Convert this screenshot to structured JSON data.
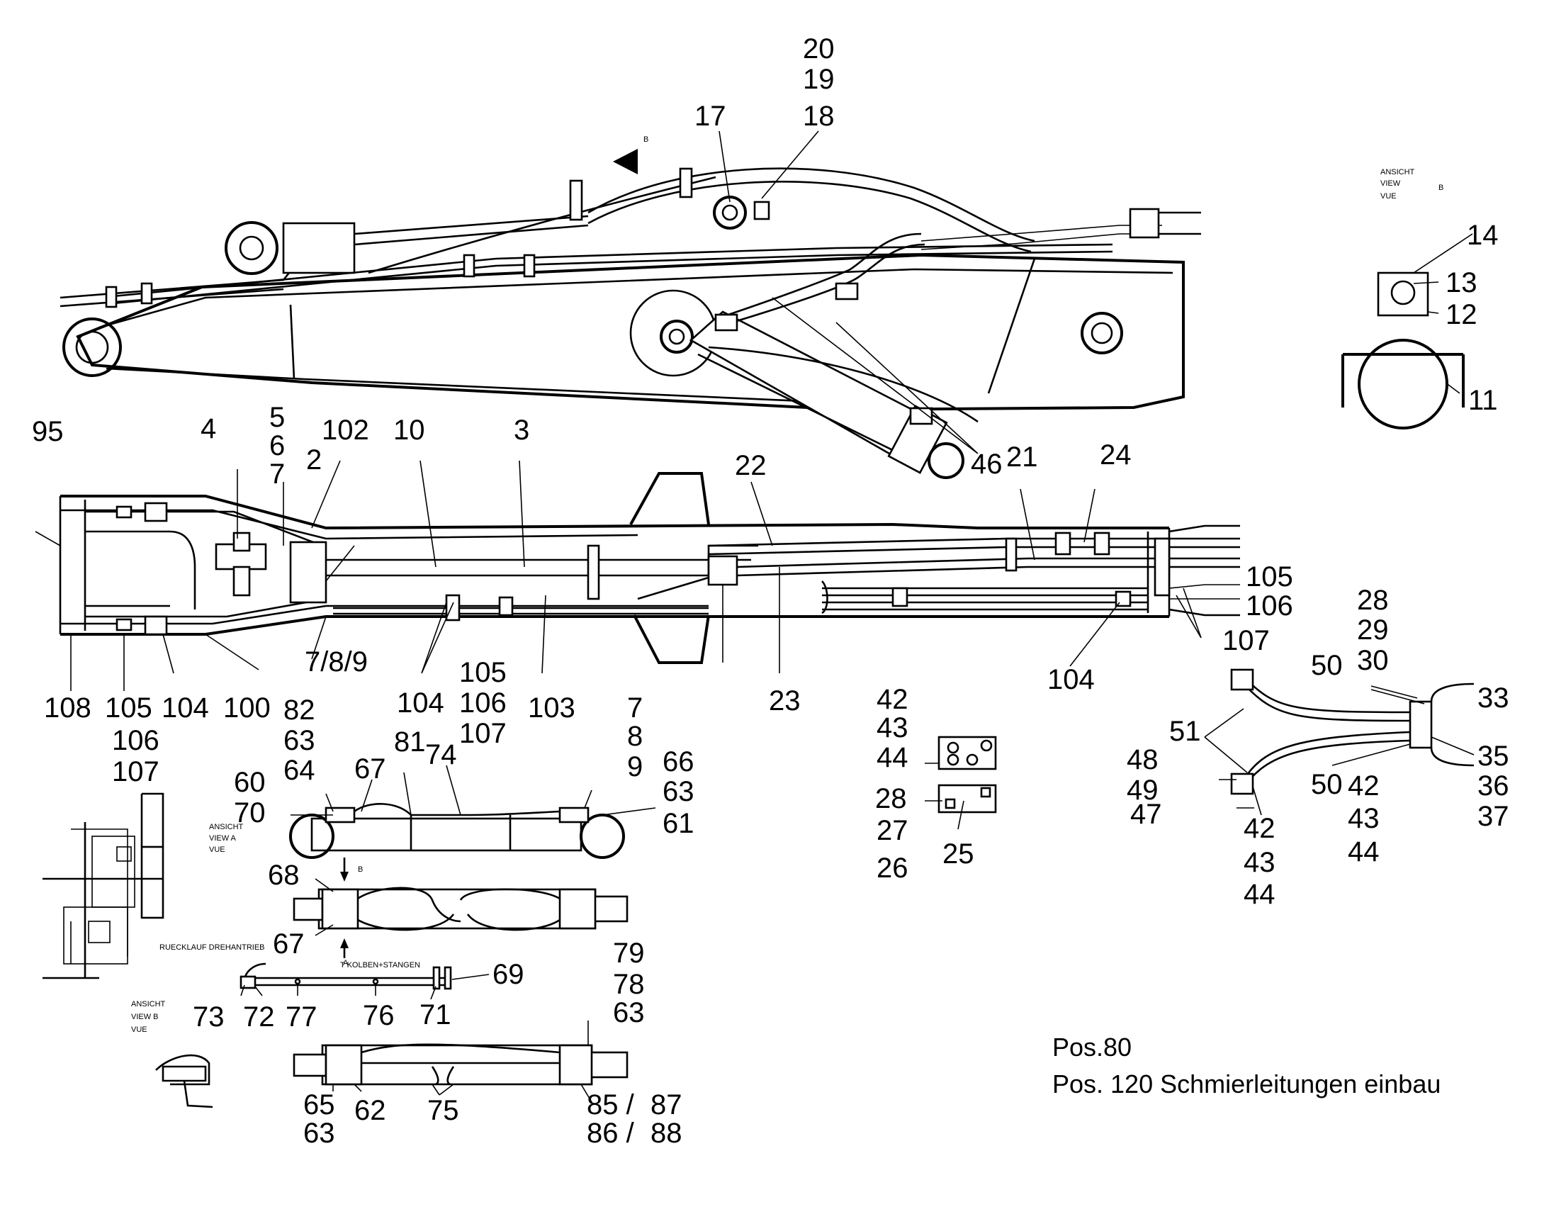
{
  "callouts": [
    {
      "id": "c20",
      "text": "20"
    },
    {
      "id": "c19",
      "text": "19"
    },
    {
      "id": "c18",
      "text": "18"
    },
    {
      "id": "c17",
      "text": "17"
    },
    {
      "id": "c14",
      "text": "14"
    },
    {
      "id": "c13",
      "text": "13"
    },
    {
      "id": "c12",
      "text": "12"
    },
    {
      "id": "c11",
      "text": "11"
    },
    {
      "id": "c95",
      "text": "95"
    },
    {
      "id": "c4",
      "text": "4"
    },
    {
      "id": "c5",
      "text": "5"
    },
    {
      "id": "c6",
      "text": "6"
    },
    {
      "id": "c7a",
      "text": "7"
    },
    {
      "id": "c2",
      "text": "2"
    },
    {
      "id": "c102",
      "text": "102"
    },
    {
      "id": "c10",
      "text": "10"
    },
    {
      "id": "c3",
      "text": "3"
    },
    {
      "id": "c22",
      "text": "22"
    },
    {
      "id": "c46",
      "text": "46"
    },
    {
      "id": "c21",
      "text": "21"
    },
    {
      "id": "c24",
      "text": "24"
    },
    {
      "id": "c105a",
      "text": "105"
    },
    {
      "id": "c106a",
      "text": "106"
    },
    {
      "id": "c107a",
      "text": "107"
    },
    {
      "id": "c104a",
      "text": "104"
    },
    {
      "id": "c28a",
      "text": "28"
    },
    {
      "id": "c29",
      "text": "29"
    },
    {
      "id": "c30",
      "text": "30"
    },
    {
      "id": "c7s",
      "text": "7/8/9"
    },
    {
      "id": "c105b",
      "text": "105"
    },
    {
      "id": "c106b",
      "text": "106"
    },
    {
      "id": "c107b",
      "text": "107"
    },
    {
      "id": "c104b",
      "text": "104"
    },
    {
      "id": "c103",
      "text": "103"
    },
    {
      "id": "c7b",
      "text": "7"
    },
    {
      "id": "c8",
      "text": "8"
    },
    {
      "id": "c9",
      "text": "9"
    },
    {
      "id": "c23",
      "text": "23"
    },
    {
      "id": "c42a",
      "text": "42"
    },
    {
      "id": "c43a",
      "text": "43"
    },
    {
      "id": "c44a",
      "text": "44"
    },
    {
      "id": "c50a",
      "text": "50"
    },
    {
      "id": "c33",
      "text": "33"
    },
    {
      "id": "c51",
      "text": "51"
    },
    {
      "id": "c35",
      "text": "35"
    },
    {
      "id": "c36",
      "text": "36"
    },
    {
      "id": "c37",
      "text": "37"
    },
    {
      "id": "c50b",
      "text": "50"
    },
    {
      "id": "c42b",
      "text": "42"
    },
    {
      "id": "c43b",
      "text": "43"
    },
    {
      "id": "c44b",
      "text": "44"
    },
    {
      "id": "c48",
      "text": "48"
    },
    {
      "id": "c49",
      "text": "49"
    },
    {
      "id": "c47",
      "text": "47"
    },
    {
      "id": "c42c",
      "text": "42"
    },
    {
      "id": "c43c",
      "text": "43"
    },
    {
      "id": "c44c",
      "text": "44"
    },
    {
      "id": "c108",
      "text": "108"
    },
    {
      "id": "c105c",
      "text": "105"
    },
    {
      "id": "c104c",
      "text": "104"
    },
    {
      "id": "c100",
      "text": "100"
    },
    {
      "id": "c82",
      "text": "82"
    },
    {
      "id": "c63a",
      "text": "63"
    },
    {
      "id": "c64",
      "text": "64"
    },
    {
      "id": "c81",
      "text": "81"
    },
    {
      "id": "c106c",
      "text": "106"
    },
    {
      "id": "c107c",
      "text": "107"
    },
    {
      "id": "c66",
      "text": "66"
    },
    {
      "id": "c63b",
      "text": "63"
    },
    {
      "id": "c61",
      "text": "61"
    },
    {
      "id": "c60",
      "text": "60"
    },
    {
      "id": "c70",
      "text": "70"
    },
    {
      "id": "c67a",
      "text": "67"
    },
    {
      "id": "c74",
      "text": "74"
    },
    {
      "id": "c28b",
      "text": "28"
    },
    {
      "id": "c27",
      "text": "27"
    },
    {
      "id": "c26",
      "text": "26"
    },
    {
      "id": "c25",
      "text": "25"
    },
    {
      "id": "c68",
      "text": "68"
    },
    {
      "id": "c67b",
      "text": "67"
    },
    {
      "id": "c79",
      "text": "79"
    },
    {
      "id": "c78",
      "text": "78"
    },
    {
      "id": "c63c",
      "text": "63"
    },
    {
      "id": "c69",
      "text": "69"
    },
    {
      "id": "c73",
      "text": "73"
    },
    {
      "id": "c72",
      "text": "72"
    },
    {
      "id": "c77",
      "text": "77"
    },
    {
      "id": "c76",
      "text": "76"
    },
    {
      "id": "c71",
      "text": "71"
    },
    {
      "id": "c65",
      "text": "65"
    },
    {
      "id": "c63d",
      "text": "63"
    },
    {
      "id": "c62",
      "text": "62"
    },
    {
      "id": "c75",
      "text": "75"
    },
    {
      "id": "c85",
      "text": "85 /"
    },
    {
      "id": "c87",
      "text": "87"
    },
    {
      "id": "c86",
      "text": "86 /"
    },
    {
      "id": "c88",
      "text": "88"
    }
  ],
  "small_labels": [
    {
      "id": "s_b_arrow",
      "text": "B"
    },
    {
      "id": "s_ansicht1",
      "text": "ANSICHT"
    },
    {
      "id": "s_view1",
      "text": "VIEW"
    },
    {
      "id": "s_b1",
      "text": "B"
    },
    {
      "id": "s_vue1",
      "text": "VUE"
    },
    {
      "id": "s_ansicht2",
      "text": "ANSICHT"
    },
    {
      "id": "s_view2",
      "text": "VIEW A"
    },
    {
      "id": "s_vue2",
      "text": "VUE"
    },
    {
      "id": "s_b2",
      "text": "B"
    },
    {
      "id": "s_a1",
      "text": "A"
    },
    {
      "id": "s_ruecklauf",
      "text": "RUECKLAUF DREHANTRIEB"
    },
    {
      "id": "s_kolben",
      "text": "T KOLBEN+STANGEN"
    },
    {
      "id": "s_ansicht3",
      "text": "ANSICHT"
    },
    {
      "id": "s_view3",
      "text": "VIEW B"
    },
    {
      "id": "s_vue3",
      "text": "VUE"
    }
  ],
  "notes": [
    {
      "id": "n1",
      "text": "Pos.80"
    },
    {
      "id": "n2",
      "text": "Pos. 120  Schmierleitungen einbau"
    }
  ]
}
